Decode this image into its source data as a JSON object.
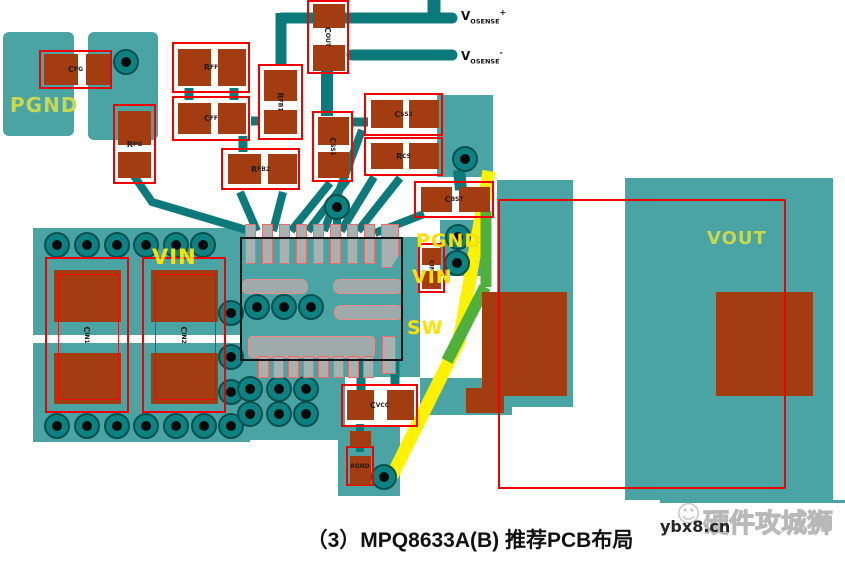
{
  "figure": {
    "caption": "（3）MPQ8633A(B) 推荐PCB布局"
  },
  "watermark": {
    "icon": "smiley-face",
    "site": "ybx8.cn",
    "brand": "硬件攻城狮"
  },
  "net_labels": {
    "pgnd_top_left": "PGND",
    "vin_input": "VIN",
    "pgnd_pin": "PGND",
    "vin_pin": "VIN",
    "sw": "SW",
    "vout": "VOUT",
    "vosense_plus": {
      "main": "V",
      "sub": "OSENSE",
      "sign": "+"
    },
    "vosense_minus": {
      "main": "V",
      "sub": "OSENSE",
      "sign": "-"
    }
  },
  "components": {
    "cpg": {
      "m": "C",
      "s": "PG"
    },
    "rpg": {
      "m": "R",
      "s": "PG"
    },
    "rff": {
      "m": "R",
      "s": "FF"
    },
    "cff": {
      "m": "C",
      "s": "FF"
    },
    "rfb1": {
      "m": "R",
      "s": "FB1"
    },
    "rfb2": {
      "m": "R",
      "s": "FB2"
    },
    "cout": {
      "m": "C",
      "s": "OUT"
    },
    "css1": {
      "m": "C",
      "s": "SS1"
    },
    "css2": {
      "m": "C",
      "s": "SS2"
    },
    "rcs": {
      "m": "R",
      "s": "CS"
    },
    "cbst": {
      "m": "C",
      "s": "BST"
    },
    "cin3": {
      "m": "C",
      "s": "IN3"
    },
    "cin1": {
      "m": "C",
      "s": "IN1"
    },
    "cin2": {
      "m": "C",
      "s": "IN2"
    },
    "cvcc": {
      "m": "C",
      "s": "VCC"
    },
    "rgnd": {
      "m": "R",
      "s": "GND"
    }
  },
  "colors": {
    "copper_pour": "#4BA4A4",
    "trace": "#0C7A7A",
    "pad_copper": "#A33D11",
    "courtyard_outline": "#FF0000",
    "ic_outline": "#151515",
    "silkscreen_yellow": "#FFE000",
    "silkscreen_yellow_green": "#C9D84C",
    "highlight_trace_yellow": "#FFF200",
    "highlight_trace_green": "#4FB13C"
  }
}
